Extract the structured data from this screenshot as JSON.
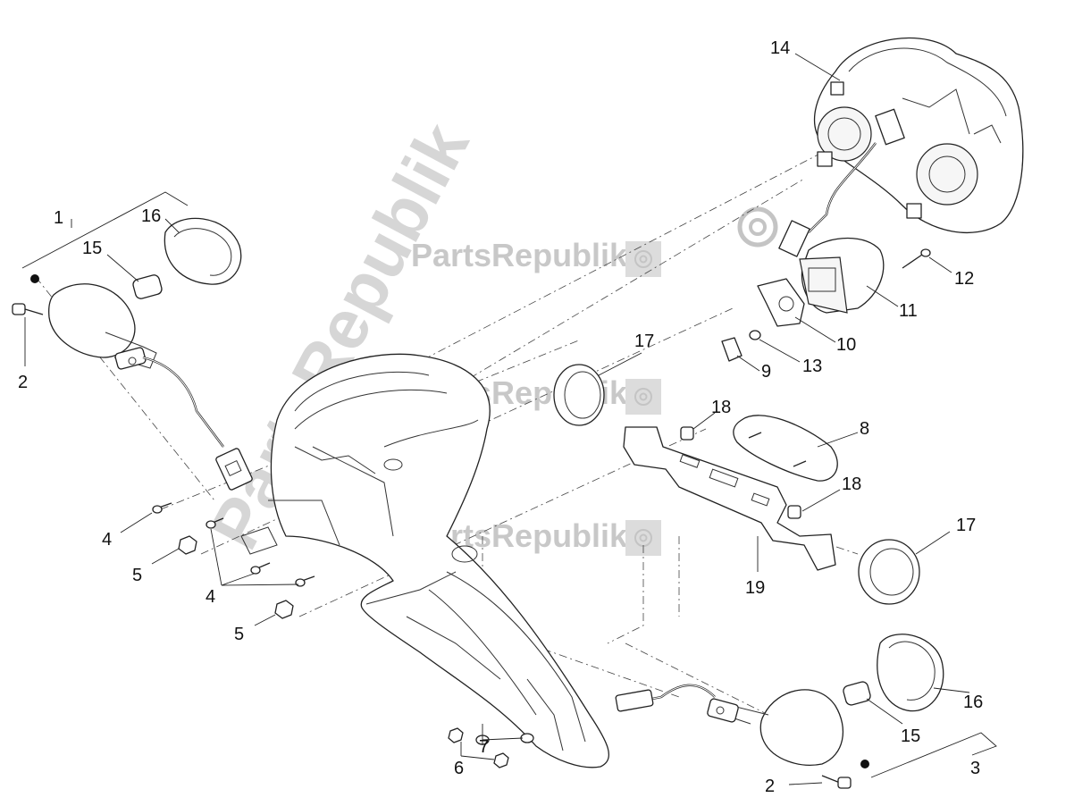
{
  "watermark": {
    "text": "PartsRepublik",
    "gear_icon": "gear-icon"
  },
  "callouts": [
    {
      "id": "c1",
      "label": "1"
    },
    {
      "id": "c16a",
      "label": "16"
    },
    {
      "id": "c15a",
      "label": "15"
    },
    {
      "id": "c2a",
      "label": "2"
    },
    {
      "id": "c14",
      "label": "14"
    },
    {
      "id": "c12",
      "label": "12"
    },
    {
      "id": "c11",
      "label": "11"
    },
    {
      "id": "c10",
      "label": "10"
    },
    {
      "id": "c13",
      "label": "13"
    },
    {
      "id": "c9",
      "label": "9"
    },
    {
      "id": "c17a",
      "label": "17"
    },
    {
      "id": "c18a",
      "label": "18"
    },
    {
      "id": "c8",
      "label": "8"
    },
    {
      "id": "c18b",
      "label": "18"
    },
    {
      "id": "c17b",
      "label": "17"
    },
    {
      "id": "c19",
      "label": "19"
    },
    {
      "id": "c4a",
      "label": "4"
    },
    {
      "id": "c5a",
      "label": "5"
    },
    {
      "id": "c4b",
      "label": "4"
    },
    {
      "id": "c5b",
      "label": "5"
    },
    {
      "id": "c7",
      "label": "7"
    },
    {
      "id": "c6",
      "label": "6"
    },
    {
      "id": "c16b",
      "label": "16"
    },
    {
      "id": "c15b",
      "label": "15"
    },
    {
      "id": "c3",
      "label": "3"
    },
    {
      "id": "c2b",
      "label": "2"
    }
  ]
}
